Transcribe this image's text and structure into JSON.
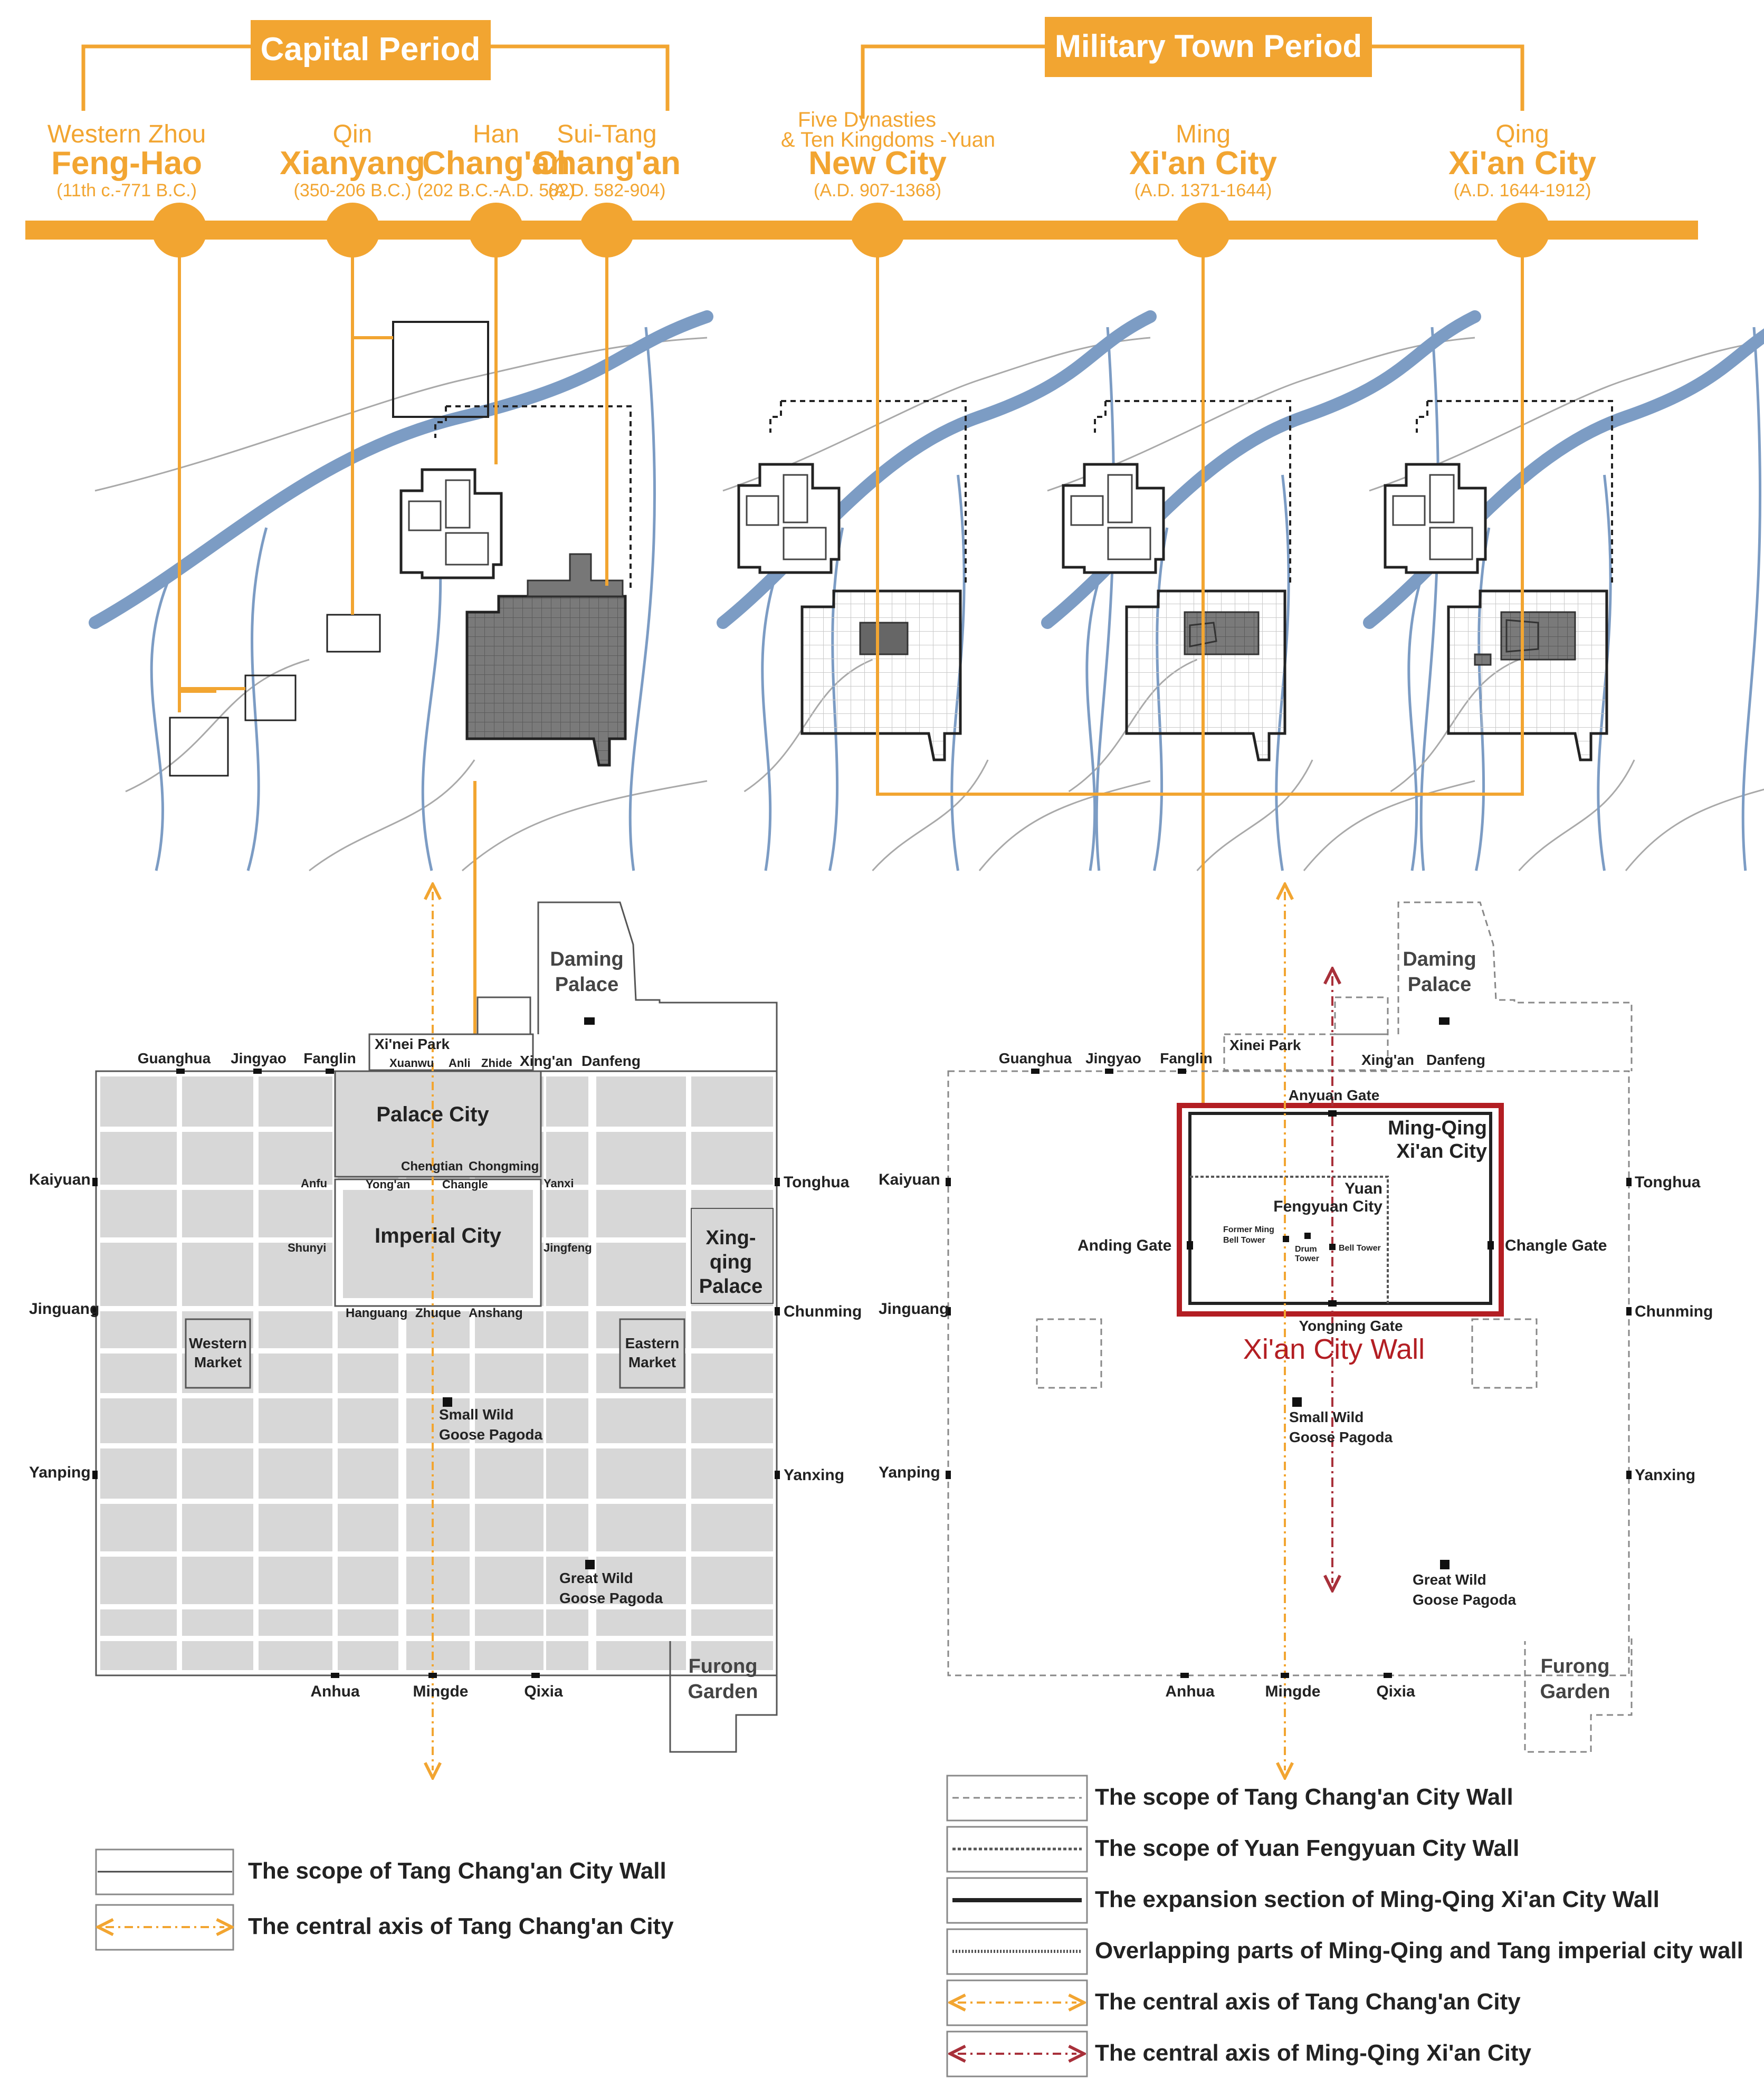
{
  "colors": {
    "orange": "#F2A531",
    "river": "#7C9CC4",
    "terrain": "#A9A9A9",
    "block_gray": "#D7D7D7",
    "dark_gray": "#6E6E6E",
    "wall_red": "#B31E23",
    "axis_red": "#A8303A",
    "text_dark": "#222222"
  },
  "periods": {
    "capital": "Capital Period",
    "military": "Military Town Period"
  },
  "timeline": [
    {
      "dynasty": "Western Zhou",
      "city": "Feng-Hao",
      "years": "(11th c.-771 B.C.)"
    },
    {
      "dynasty": "Qin",
      "city": "Xianyang",
      "years": "(350-206 B.C.)"
    },
    {
      "dynasty": "Han",
      "city": "Chang'an",
      "years": "(202 B.C.-A.D. 582)"
    },
    {
      "dynasty": "Sui-Tang",
      "city": "Chang'an",
      "years": "(A.D. 582-904)"
    },
    {
      "dynasty_line1": "Five Dynasties",
      "dynasty": "& Ten Kingdoms -Yuan",
      "city": "New City",
      "years": "(A.D. 907-1368)"
    },
    {
      "dynasty": "Ming",
      "city": "Xi'an City",
      "years": "(A.D. 1371-1644)"
    },
    {
      "dynasty": "Qing",
      "city": "Xi'an City",
      "years": "(A.D. 1644-1912)"
    }
  ],
  "tang_plan": {
    "daming": [
      "Daming",
      "Palace"
    ],
    "xinei_park": "Xi'nei Park",
    "palace_city": "Palace City",
    "imperial_city": "Imperial City",
    "xingqing": [
      "Xing-",
      "qing",
      "Palace"
    ],
    "western_market": [
      "Western",
      "Market"
    ],
    "eastern_market": [
      "Eastern",
      "Market"
    ],
    "small_pagoda": [
      "Small Wild",
      "Goose Pagoda"
    ],
    "great_pagoda": [
      "Great Wild",
      "Goose Pagoda"
    ],
    "furong": [
      "Furong",
      "Garden"
    ],
    "north_gates": [
      "Guanghua",
      "Jingyao",
      "Fanglin"
    ],
    "inner_north_gates": [
      "Xuanwu",
      "Anli",
      "Zhide",
      "Xing'an",
      "Danfeng"
    ],
    "palace_south_gates": [
      "Chengtian",
      "Chongming"
    ],
    "imperial_north_gates": [
      "Anfu",
      "Yong'an",
      "Changle",
      "Yanxi"
    ],
    "imperial_side_gates": [
      "Shunyi",
      "Jingfeng"
    ],
    "imperial_south_gates": [
      "Hanguang",
      "Zhuque",
      "Anshang"
    ],
    "west_gates": [
      "Kaiyuan",
      "Jinguang",
      "Yanping"
    ],
    "east_gates": [
      "Tonghua",
      "Chunming",
      "Yanxing"
    ],
    "south_gates": [
      "Anhua",
      "Mingde",
      "Qixia"
    ]
  },
  "ming_plan": {
    "daming": [
      "Daming",
      "Palace"
    ],
    "xinei_park": "Xinei Park",
    "north_gates": [
      "Guanghua",
      "Jingyao",
      "Fanglin"
    ],
    "ne_gates": [
      "Xing'an",
      "Danfeng"
    ],
    "anyuan": "Anyuan Gate",
    "ming_qing_label": [
      "Ming-Qing",
      "Xi'an City"
    ],
    "yuan_label": [
      "Yuan",
      "Fengyuan City"
    ],
    "former_bell": [
      "Former Ming",
      "Bell Tower"
    ],
    "drum_tower": [
      "Drum",
      "Tower"
    ],
    "bell_tower": "Bell Tower",
    "anding": "Anding Gate",
    "changle": "Changle Gate",
    "yongning": "Yongning Gate",
    "wall_title": "Xi'an City Wall",
    "small_pagoda": [
      "Small Wild",
      "Goose Pagoda"
    ],
    "great_pagoda": [
      "Great Wild",
      "Goose Pagoda"
    ],
    "furong": [
      "Furong",
      "Garden"
    ],
    "west_gates": [
      "Kaiyuan",
      "Jinguang",
      "Yanping"
    ],
    "east_gates": [
      "Tonghua",
      "Chunming",
      "Yanxing"
    ],
    "south_gates": [
      "Anhua",
      "Mingde",
      "Qixia"
    ]
  },
  "legend_left": [
    "The scope of Tang Chang'an City Wall",
    "The central axis of Tang Chang'an City"
  ],
  "legend_right": [
    "The scope of Tang Chang'an City Wall",
    "The scope of Yuan Fengyuan City Wall",
    "The expansion section of Ming-Qing Xi'an City Wall",
    "Overlapping parts of Ming-Qing and Tang imperial city wall",
    "The central axis of Tang Chang'an City",
    "The central axis of Ming-Qing Xi'an City"
  ]
}
